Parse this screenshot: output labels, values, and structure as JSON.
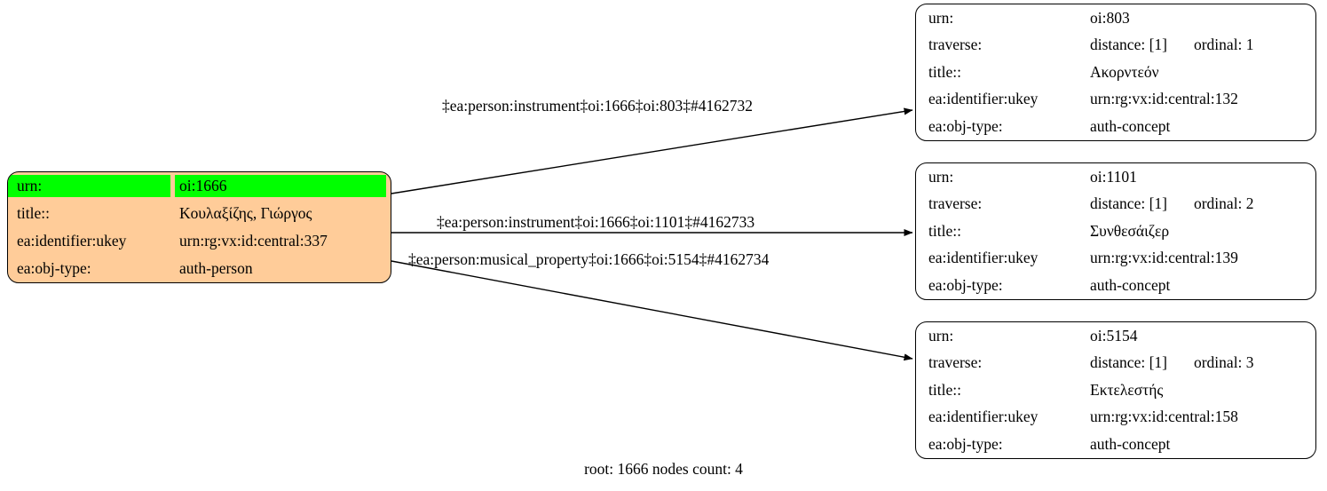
{
  "graph": {
    "footer": "root: 1666 nodes count: 4",
    "root_node": {
      "highlight_color": "#00ff00",
      "fill_color": "#ffcc99",
      "rows": [
        {
          "key": "urn:",
          "value": "oi:1666",
          "highlighted": true
        },
        {
          "key": "title::",
          "value": "Κουλαξίζης, Γιώργος",
          "highlighted": false
        },
        {
          "key": "ea:identifier:ukey",
          "value": "urn:rg:vx:id:central:337",
          "highlighted": false
        },
        {
          "key": "ea:obj-type:",
          "value": "auth-person",
          "highlighted": false
        }
      ]
    },
    "target_nodes": [
      {
        "id": "oi:803",
        "rows": [
          {
            "key": "urn:",
            "value": "oi:803"
          },
          {
            "key": "traverse:",
            "value": "distance: [1]",
            "value2": "ordinal: 1"
          },
          {
            "key": "title::",
            "value": "Ακορντεόν"
          },
          {
            "key": "ea:identifier:ukey",
            "value": "urn:rg:vx:id:central:132"
          },
          {
            "key": "ea:obj-type:",
            "value": "auth-concept"
          }
        ]
      },
      {
        "id": "oi:1101",
        "rows": [
          {
            "key": "urn:",
            "value": "oi:1101"
          },
          {
            "key": "traverse:",
            "value": "distance: [1]",
            "value2": "ordinal: 2"
          },
          {
            "key": "title::",
            "value": "Συνθεσάιζερ"
          },
          {
            "key": "ea:identifier:ukey",
            "value": "urn:rg:vx:id:central:139"
          },
          {
            "key": "ea:obj-type:",
            "value": "auth-concept"
          }
        ]
      },
      {
        "id": "oi:5154",
        "rows": [
          {
            "key": "urn:",
            "value": "oi:5154"
          },
          {
            "key": "traverse:",
            "value": "distance: [1]",
            "value2": "ordinal: 3"
          },
          {
            "key": "title::",
            "value": "Εκτελεστής"
          },
          {
            "key": "ea:identifier:ukey",
            "value": "urn:rg:vx:id:central:158"
          },
          {
            "key": "ea:obj-type:",
            "value": "auth-concept"
          }
        ]
      }
    ],
    "edges": [
      {
        "label": "‡ea:person:instrument‡oi:1666‡oi:803‡#4162732"
      },
      {
        "label": "‡ea:person:instrument‡oi:1666‡oi:1101‡#4162733"
      },
      {
        "label": "‡ea:person:musical_property‡oi:1666‡oi:5154‡#4162734"
      }
    ]
  }
}
